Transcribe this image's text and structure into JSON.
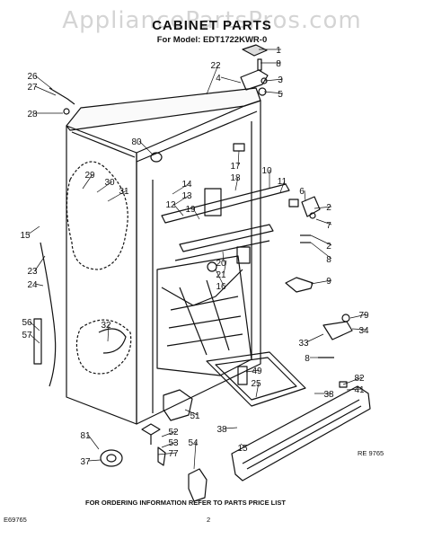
{
  "watermark": "AppliancePartsPros.com",
  "title": "CABINET PARTS",
  "subtitle_prefix": "For Model: ",
  "model": "EDT1722KWR-0",
  "callouts": [
    {
      "id": "c1",
      "text": "1"
    },
    {
      "id": "c8a",
      "text": "8"
    },
    {
      "id": "c4",
      "text": "4"
    },
    {
      "id": "c3",
      "text": "3"
    },
    {
      "id": "c5",
      "text": "5"
    },
    {
      "id": "c22",
      "text": "22"
    },
    {
      "id": "c26",
      "text": "26"
    },
    {
      "id": "c27",
      "text": "27"
    },
    {
      "id": "c28",
      "text": "28"
    },
    {
      "id": "c80",
      "text": "80"
    },
    {
      "id": "c17",
      "text": "17"
    },
    {
      "id": "c18",
      "text": "18"
    },
    {
      "id": "c10",
      "text": "10"
    },
    {
      "id": "c11",
      "text": "11"
    },
    {
      "id": "c6",
      "text": "6"
    },
    {
      "id": "c2a",
      "text": "2"
    },
    {
      "id": "c7",
      "text": "7"
    },
    {
      "id": "c2b",
      "text": "2"
    },
    {
      "id": "c8b",
      "text": "8"
    },
    {
      "id": "c29",
      "text": "29"
    },
    {
      "id": "c30",
      "text": "30"
    },
    {
      "id": "c31",
      "text": "31"
    },
    {
      "id": "c14",
      "text": "14"
    },
    {
      "id": "c13",
      "text": "13"
    },
    {
      "id": "c12",
      "text": "12"
    },
    {
      "id": "c19",
      "text": "19"
    },
    {
      "id": "c15a",
      "text": "15"
    },
    {
      "id": "c23",
      "text": "23"
    },
    {
      "id": "c24",
      "text": "24"
    },
    {
      "id": "c20",
      "text": "20"
    },
    {
      "id": "c21",
      "text": "21"
    },
    {
      "id": "c16",
      "text": "16"
    },
    {
      "id": "c9",
      "text": "9"
    },
    {
      "id": "c79",
      "text": "79"
    },
    {
      "id": "c33",
      "text": "33"
    },
    {
      "id": "c34",
      "text": "34"
    },
    {
      "id": "c56",
      "text": "56"
    },
    {
      "id": "c57",
      "text": "57"
    },
    {
      "id": "c32",
      "text": "32"
    },
    {
      "id": "c8c",
      "text": "8"
    },
    {
      "id": "c49",
      "text": "49"
    },
    {
      "id": "c25",
      "text": "25"
    },
    {
      "id": "c82",
      "text": "82"
    },
    {
      "id": "c41",
      "text": "41"
    },
    {
      "id": "c38a",
      "text": "38"
    },
    {
      "id": "c51",
      "text": "51"
    },
    {
      "id": "c52",
      "text": "52"
    },
    {
      "id": "c53",
      "text": "53"
    },
    {
      "id": "c77",
      "text": "77"
    },
    {
      "id": "c81",
      "text": "81"
    },
    {
      "id": "c37",
      "text": "37"
    },
    {
      "id": "c54",
      "text": "54"
    },
    {
      "id": "c38b",
      "text": "38"
    },
    {
      "id": "c15b",
      "text": "15"
    }
  ],
  "ordering_note": "FOR ORDERING INFORMATION REFER TO PARTS PRICE LIST",
  "doc_code": "E69765",
  "page_number": "2",
  "ref_code": "RE 9765"
}
